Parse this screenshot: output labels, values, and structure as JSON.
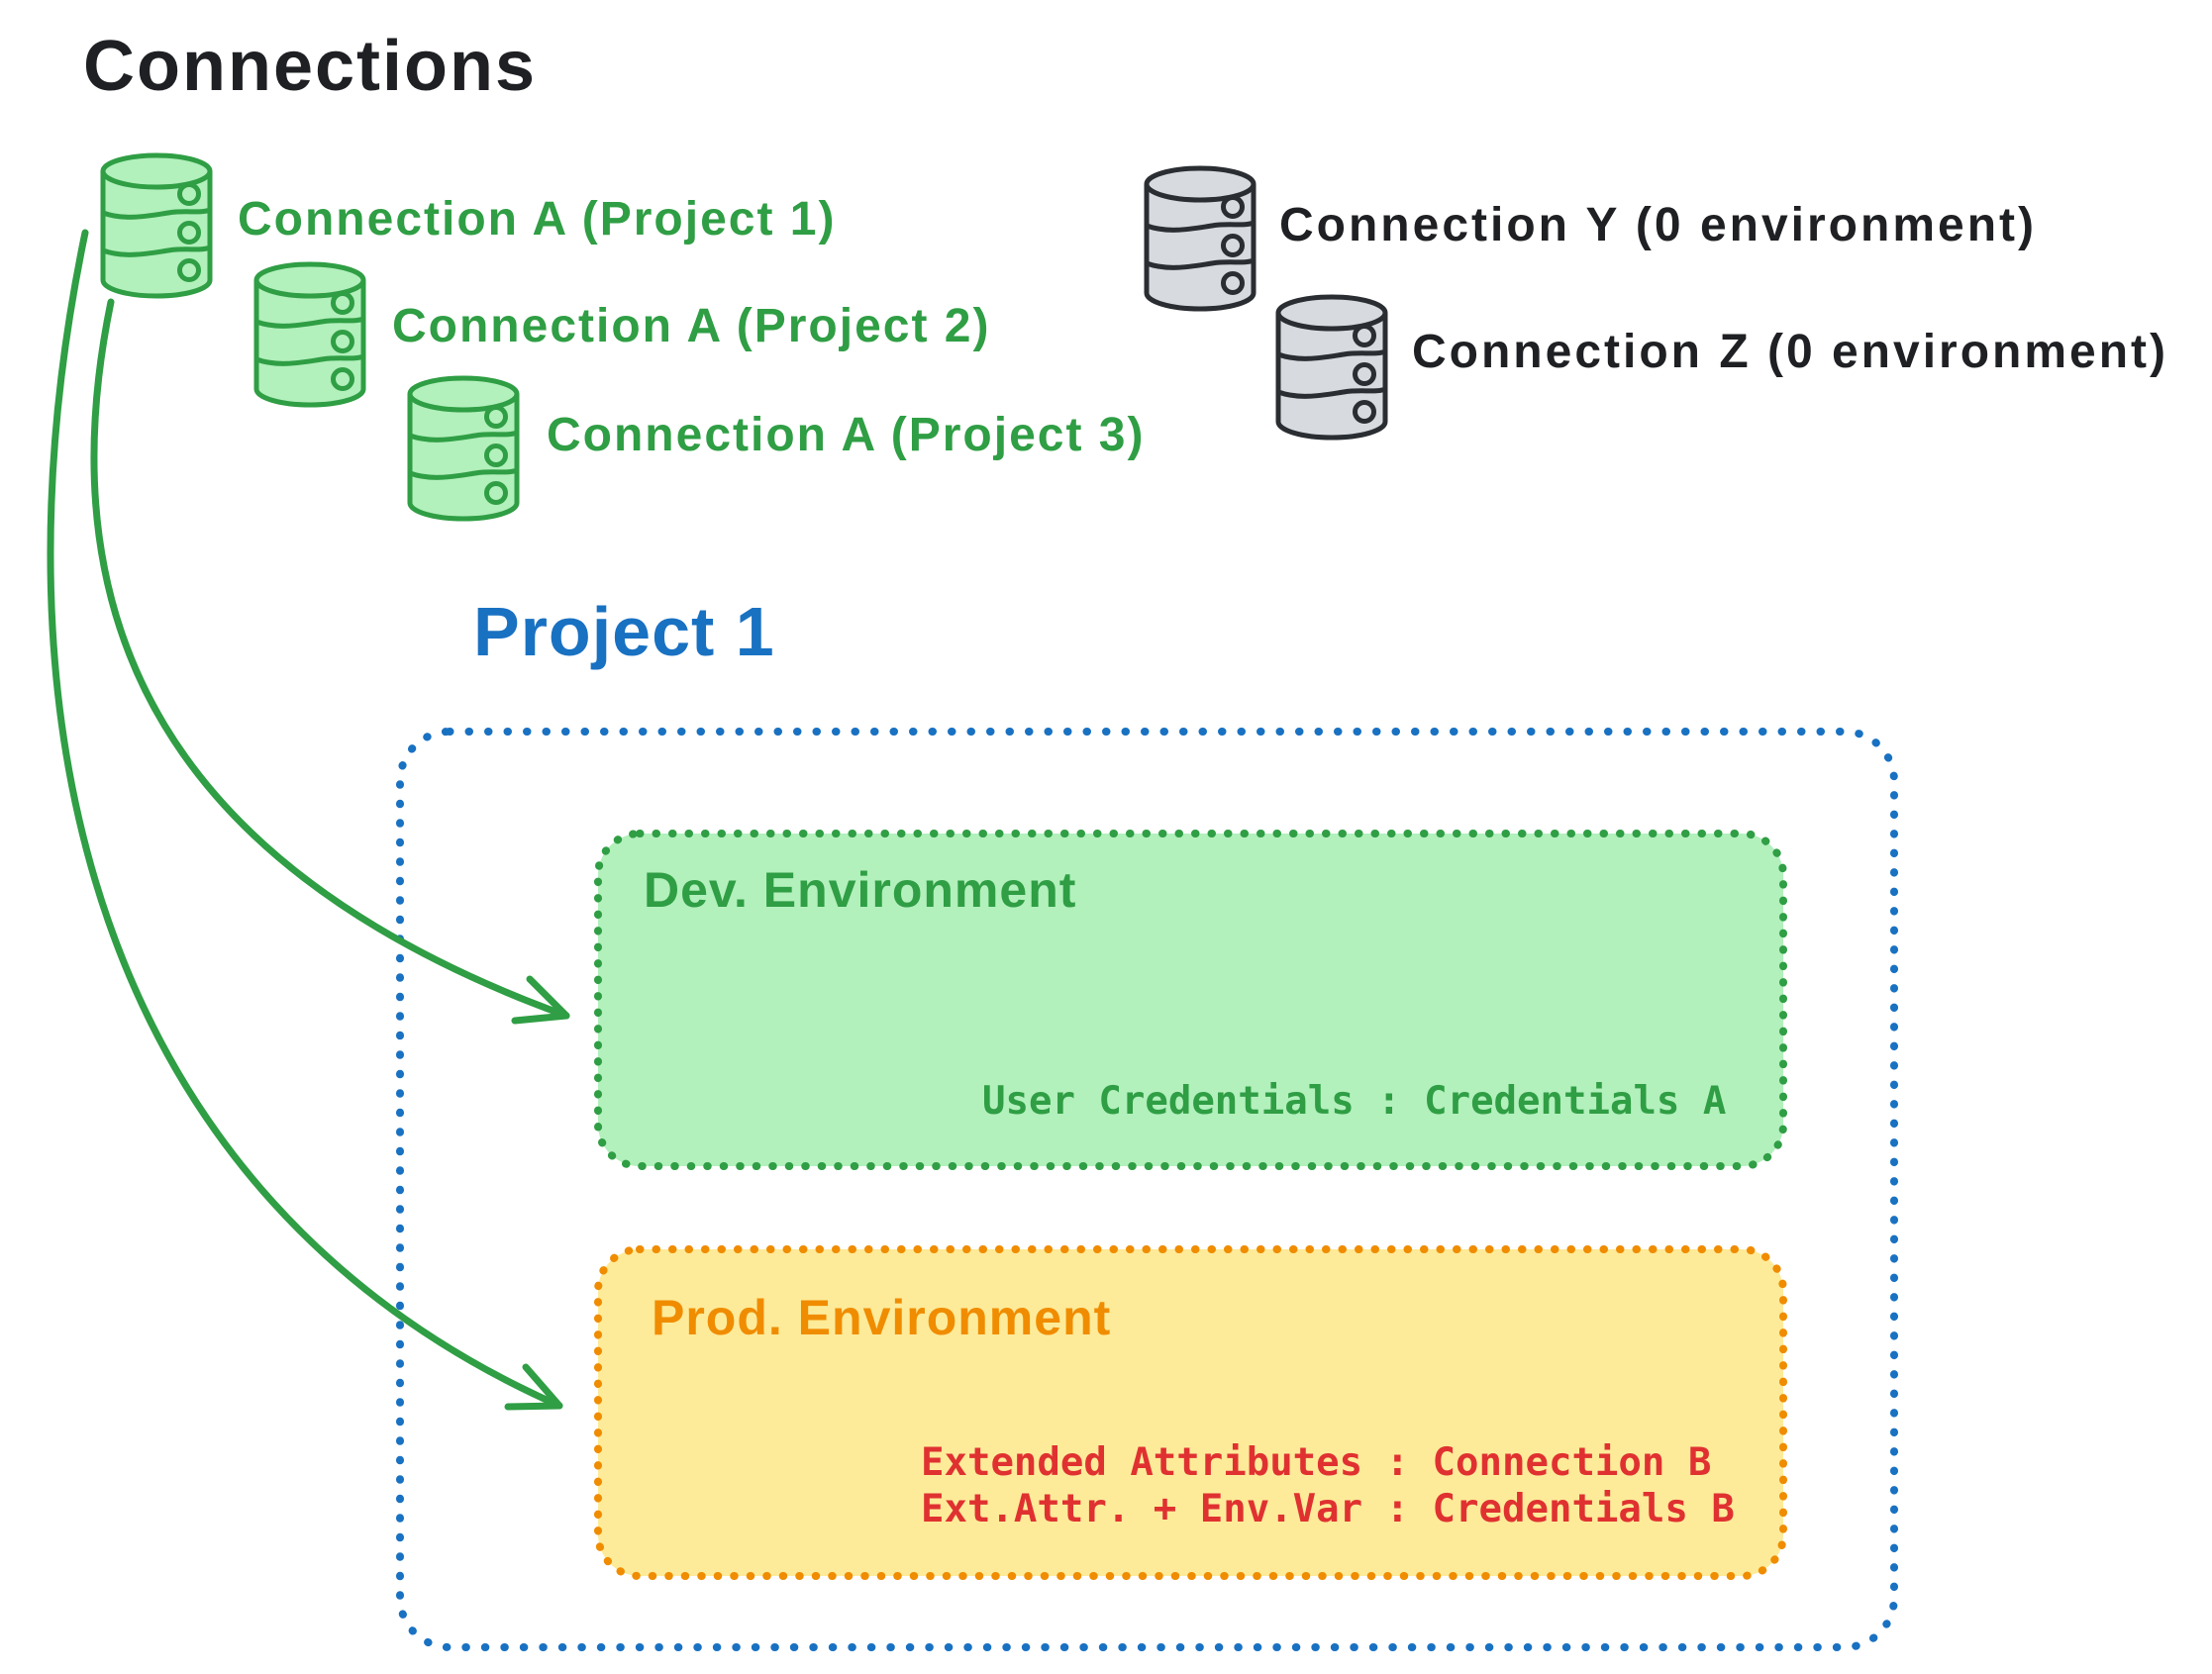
{
  "title": "Connections",
  "colors": {
    "black": "#1f2023",
    "green": "#2f9e44",
    "green_light": "#b2f0bc",
    "blue": "#1971c2",
    "orange": "#f08c00",
    "yellow_light": "#fdeb99",
    "red": "#e03131",
    "gray_stroke": "#2a2d31",
    "gray_light": "#d7dbe0"
  },
  "connections": {
    "green": [
      {
        "label": "Connection A (Project 1)"
      },
      {
        "label": "Connection A (Project 2)"
      },
      {
        "label": "Connection A (Project 3)"
      }
    ],
    "gray": [
      {
        "label": "Connection Y (0 environment)"
      },
      {
        "label": "Connection Z (0 environment)"
      }
    ]
  },
  "project": {
    "title": "Project 1",
    "dev_environment": {
      "title": "Dev. Environment",
      "mapping": "User Credentials : Credentials A"
    },
    "prod_environment": {
      "title": "Prod. Environment",
      "mappings": [
        "Extended Attributes : Connection B",
        "Ext.Attr. + Env.Var : Credentials B"
      ]
    }
  }
}
